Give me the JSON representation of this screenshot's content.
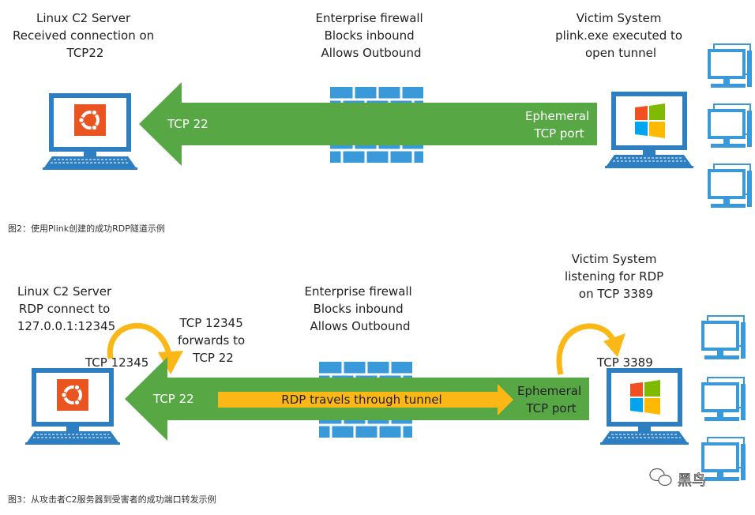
{
  "figure1": {
    "server_label": [
      "Linux C2 Server",
      "Received connection on",
      "TCP22"
    ],
    "firewall_label": [
      "Enterprise firewall",
      "Blocks inbound",
      "Allows Outbound"
    ],
    "victim_label": [
      "Victim System",
      "plink.exe executed to",
      "open tunnel"
    ],
    "arrow_left_text": "TCP 22",
    "arrow_right_text": [
      "Ephemeral",
      "TCP port"
    ],
    "caption": "图2：使用Plink创建的成功RDP隧道示例"
  },
  "figure2": {
    "server_label": [
      "Linux C2 Server",
      "RDP connect to",
      "127.0.0.1:12345"
    ],
    "firewall_label": [
      "Enterprise firewall",
      "Blocks inbound",
      "Allows Outbound"
    ],
    "victim_label": [
      "Victim System",
      "listening for RDP",
      "on TCP 3389"
    ],
    "forward_label": [
      "TCP 12345",
      "forwards to",
      "TCP 22"
    ],
    "loop_left_text": "TCP 12345",
    "loop_right_text": "TCP 3389",
    "arrow_left_text": "TCP 22",
    "arrow_right_text": [
      "Ephemeral",
      "TCP port"
    ],
    "tunnel_text": "RDP travels through tunnel",
    "caption": "图3：从攻击者C2服务器到受害者的成功端口转发示例"
  },
  "watermark": "黑鸟",
  "colors": {
    "arrow_green": "#57a845",
    "tunnel_orange": "#fbb716",
    "firewall_blue": "#3a9ad9",
    "monitor_blue": "#2e7fc2",
    "ubuntu_orange": "#e95420",
    "windows": [
      "#f25022",
      "#7fba00",
      "#00a4ef",
      "#ffb900"
    ]
  },
  "icons": [
    "linux-monitor-icon",
    "windows-monitor-icon",
    "firewall-brick-icon",
    "client-monitor-icon",
    "ubuntu-logo-icon",
    "windows-logo-icon",
    "wechat-icon"
  ]
}
